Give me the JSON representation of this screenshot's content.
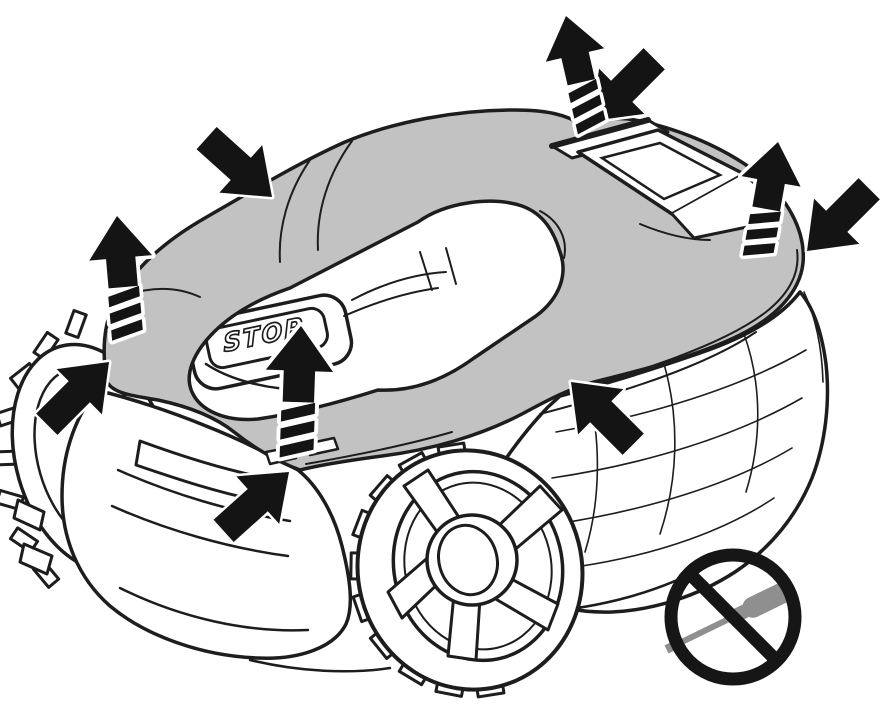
{
  "figure": {
    "type": "instruction-illustration",
    "subject": "robotic lawn mower — cover removal",
    "stop_button_label": "STOP",
    "arrow_legend": {
      "press_arrow_icon": "solid black arrow = press / grip point",
      "lift_arrow_icon": "black up-arrow with dashed tail = lift cover upward",
      "press_count": 6,
      "lift_count": 4
    },
    "prohibition": {
      "icon": "no-screwdriver-icon",
      "meaning": "do not use a screwdriver / tools"
    },
    "colors": {
      "line": "#1d1d1d",
      "cover_gray": "#c2c2c2",
      "screwdriver_gray": "#8f8f8f",
      "arrow_black": "#141414",
      "background": "#ffffff"
    }
  }
}
